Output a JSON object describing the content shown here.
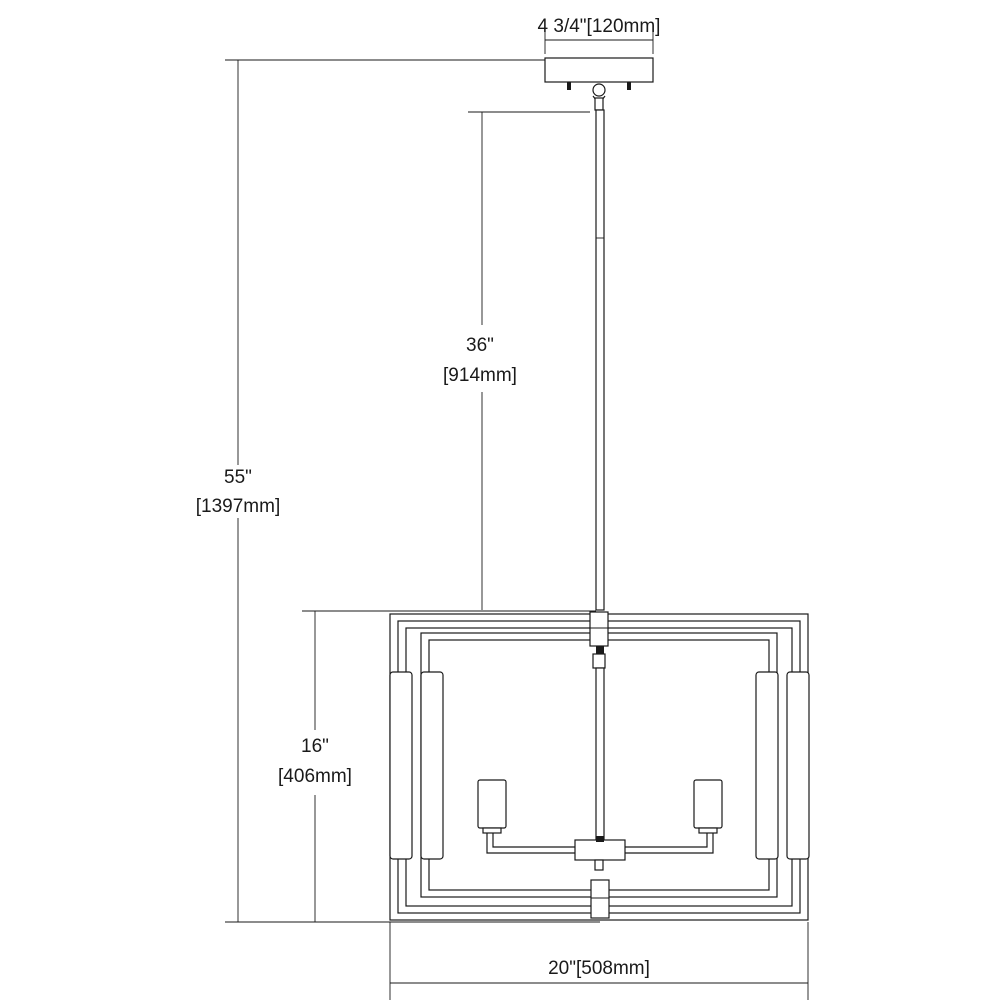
{
  "dimensions": {
    "canopy_width": "4 3/4\"[120mm]",
    "rod_length": {
      "imperial": "36\"",
      "metric": "[914mm]"
    },
    "overall_height": {
      "imperial": "55\"",
      "metric": "[1397mm]"
    },
    "fixture_height": {
      "imperial": "16\"",
      "metric": "[406mm]"
    },
    "fixture_width": "20\"[508mm]"
  }
}
